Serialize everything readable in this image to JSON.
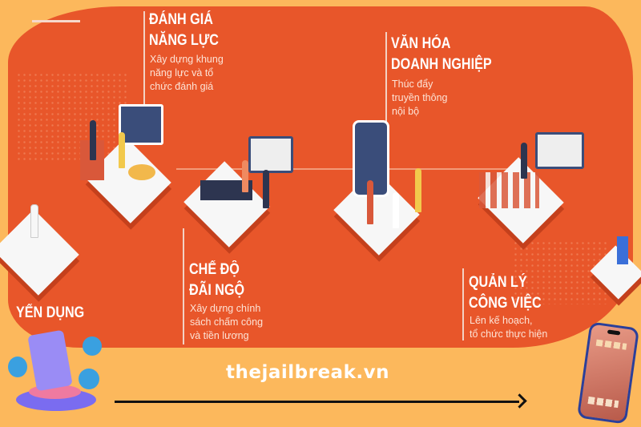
{
  "sections": [
    {
      "title_lines": [
        "ĐÁNH GIÁ",
        "NĂNG LỰC"
      ],
      "description_lines": [
        "Xây dựng khung",
        "năng lực và tổ",
        "chức đánh giá"
      ]
    },
    {
      "title_lines": [
        "VĂN HÓA",
        "DOANH NGHIỆP"
      ],
      "description_lines": [
        "Thúc đẩy",
        "truyền thông",
        "nội bộ"
      ]
    },
    {
      "title_lines": [
        "CHẾ ĐỘ",
        "ĐÃI NGỘ"
      ],
      "description_lines": [
        "Xây dựng chính",
        "sách chấm công",
        "và tiền lương"
      ]
    },
    {
      "title_lines": [
        "QUẢN LÝ",
        "CÔNG VIỆC"
      ],
      "description_lines": [
        "Lên kế hoạch,",
        "tổ chức thực hiện"
      ]
    },
    {
      "title_lines": [
        "YỂN DỤNG"
      ]
    }
  ],
  "brand": "thejailbreak.vn",
  "colors": {
    "background": "#fcb85c",
    "panel": "#e8562a",
    "text": "#ffffff"
  }
}
